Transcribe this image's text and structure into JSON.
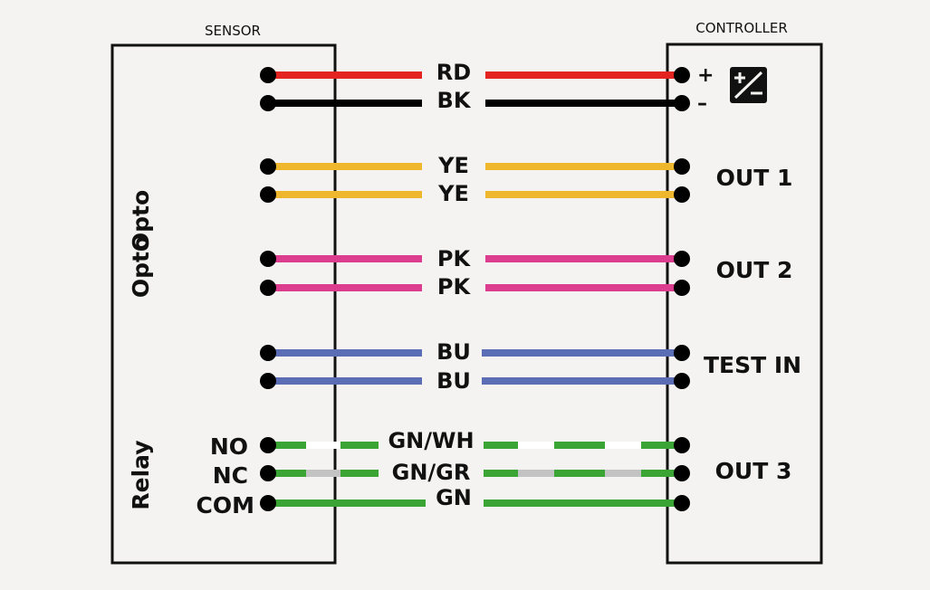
{
  "header": {
    "sensor": "SENSOR",
    "controller": "CONTROLLER"
  },
  "sensor_side": {
    "opto_labels": [
      "Opto",
      "Opto"
    ],
    "relay_label": "Relay",
    "relay_pins": [
      "NO",
      "NC",
      "COM"
    ]
  },
  "controller_side": {
    "plus": "+",
    "minus": "–",
    "outputs": [
      "OUT 1",
      "OUT 2",
      "TEST IN",
      "OUT 3"
    ]
  },
  "wires": [
    {
      "label": "RD",
      "color": "#e42421"
    },
    {
      "label": "BK",
      "color": "#000000"
    },
    {
      "label": "YE",
      "color": "#efb72e"
    },
    {
      "label": "YE",
      "color": "#efb72e"
    },
    {
      "label": "PK",
      "color": "#dd3d8f"
    },
    {
      "label": "PK",
      "color": "#dd3d8f"
    },
    {
      "label": "BU",
      "color": "#5a6db5"
    },
    {
      "label": "BU",
      "color": "#5a6db5"
    },
    {
      "label": "GN/WH",
      "color": "#3aa535",
      "stripe": "#ffffff"
    },
    {
      "label": "GN/GR",
      "color": "#3aa535",
      "stripe": "#c3c3c3"
    },
    {
      "label": "GN",
      "color": "#3aa535"
    }
  ],
  "power_icon": "power-supply-dc-icon"
}
